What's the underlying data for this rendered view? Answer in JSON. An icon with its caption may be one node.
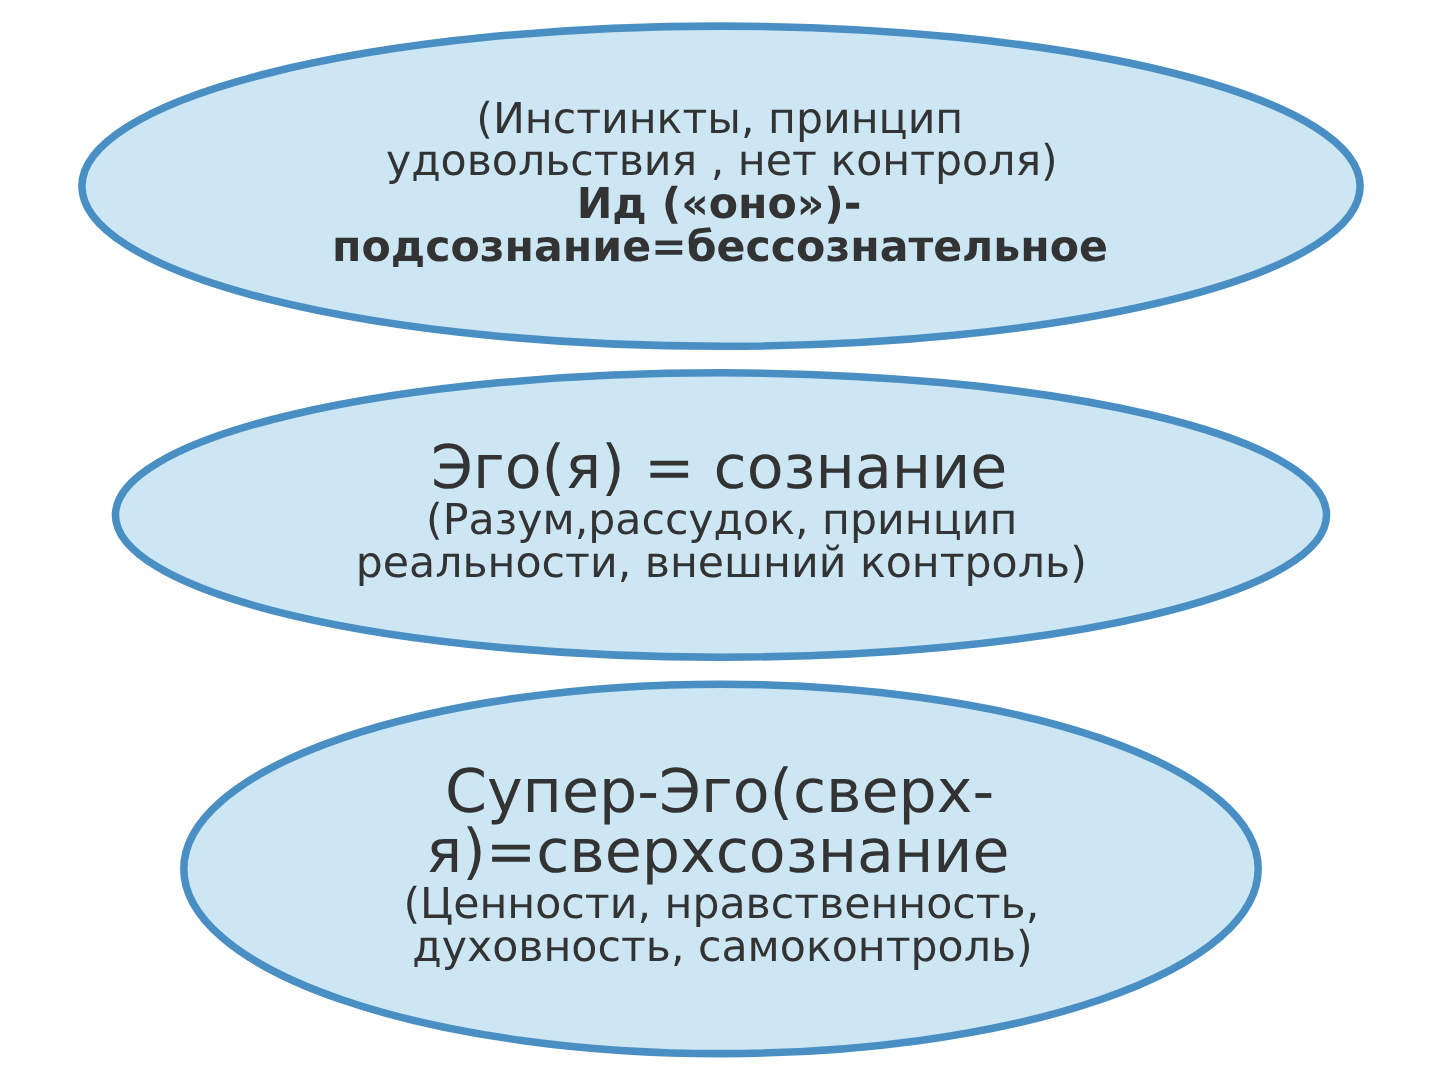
{
  "diagram": {
    "nodes": [
      {
        "text": [
          "Супер-Эго(сверх- я)=сверхсознание",
          "(Ценности, нравственность, духовность, самоконтроль)"
        ]
      },
      {
        "text": [
          "Эго(я) = сознание",
          "(Разум,рассудок, принцип реальности, внешний контроль)"
        ]
      },
      {
        "text": [
          "(Инстинкты, принцип удовольствия , нет контроля)",
          "Ид («оно»)- подсознание=бессознательное"
        ]
      }
    ]
  }
}
